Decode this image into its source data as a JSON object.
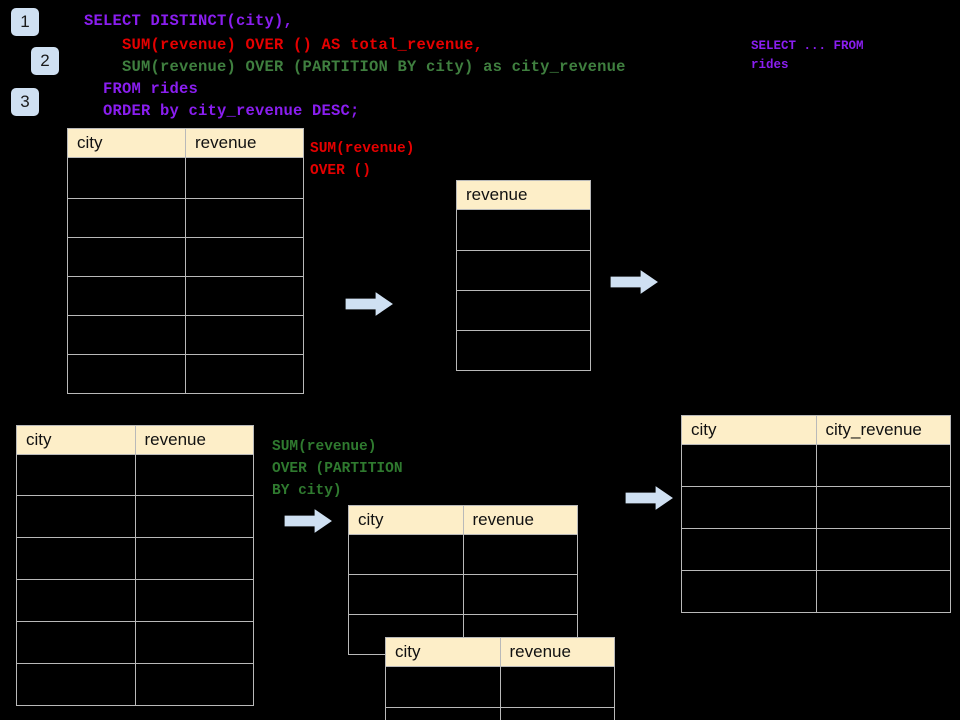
{
  "theme": {
    "background": "#000000",
    "header_fill": "#fdeec8",
    "grid_line": "#b9b9b9",
    "badge_fill": "#cfe0f2",
    "arrow_fill": "#cfe0f2",
    "arrow_stroke": "#000000",
    "sql_violet": "#8a1ef0",
    "sql_red": "#e50000",
    "sql_green": "#3f7f3f"
  },
  "badges": [
    {
      "label": "1"
    },
    {
      "label": "2"
    },
    {
      "label": "3"
    }
  ],
  "sql": {
    "line1": "SELECT DISTINCT(city),",
    "line2": "    SUM(revenue) OVER () AS total_revenue,",
    "line3": "    SUM(revenue) OVER (PARTITION BY city) as city_revenue",
    "line4": "  FROM rides",
    "line5": "  ORDER by city_revenue DESC;"
  },
  "side_note": {
    "line1": "SELECT ... FROM",
    "line2": "rides"
  },
  "annotations": {
    "total_revenue": "SUM(revenue)\nOVER ()",
    "city_revenue": "SUM(revenue)\nOVER (PARTITION\nBY city)"
  },
  "tables": {
    "source_top": {
      "columns": [
        "city",
        "revenue"
      ],
      "body_rows": 6
    },
    "total_revenue_result": {
      "columns": [
        "revenue"
      ],
      "body_rows": 4
    },
    "source_bottom": {
      "columns": [
        "city",
        "revenue"
      ],
      "body_rows": 6
    },
    "partition_back": {
      "columns": [
        "city",
        "revenue"
      ],
      "body_rows": 3
    },
    "partition_front": {
      "columns": [
        "city",
        "revenue"
      ],
      "body_rows": 2
    },
    "final_result": {
      "columns": [
        "city",
        "city_revenue"
      ],
      "body_rows": 4
    }
  },
  "arrows": [
    {
      "name": "arrow-top-left"
    },
    {
      "name": "arrow-top-right"
    },
    {
      "name": "arrow-bottom-left"
    },
    {
      "name": "arrow-bottom-right"
    }
  ]
}
